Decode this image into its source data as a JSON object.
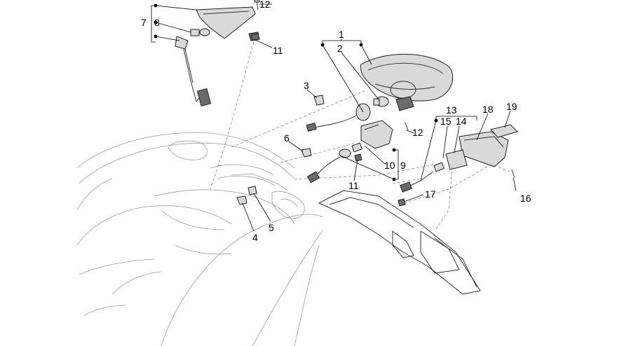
{
  "diagram": {
    "callouts": {
      "c1": "1",
      "c2": "2",
      "c3": "3",
      "c4": "4",
      "c5": "5",
      "c6": "6",
      "c7": "7",
      "c8": "8",
      "c9": "9",
      "c10": "10",
      "c11a": "11",
      "c11b": "11",
      "c12a": "12",
      "c12b": "12",
      "c13": "13",
      "c14": "14",
      "c15": "15",
      "c16": "16",
      "c17": "17",
      "c18": "18",
      "c19": "19"
    }
  }
}
